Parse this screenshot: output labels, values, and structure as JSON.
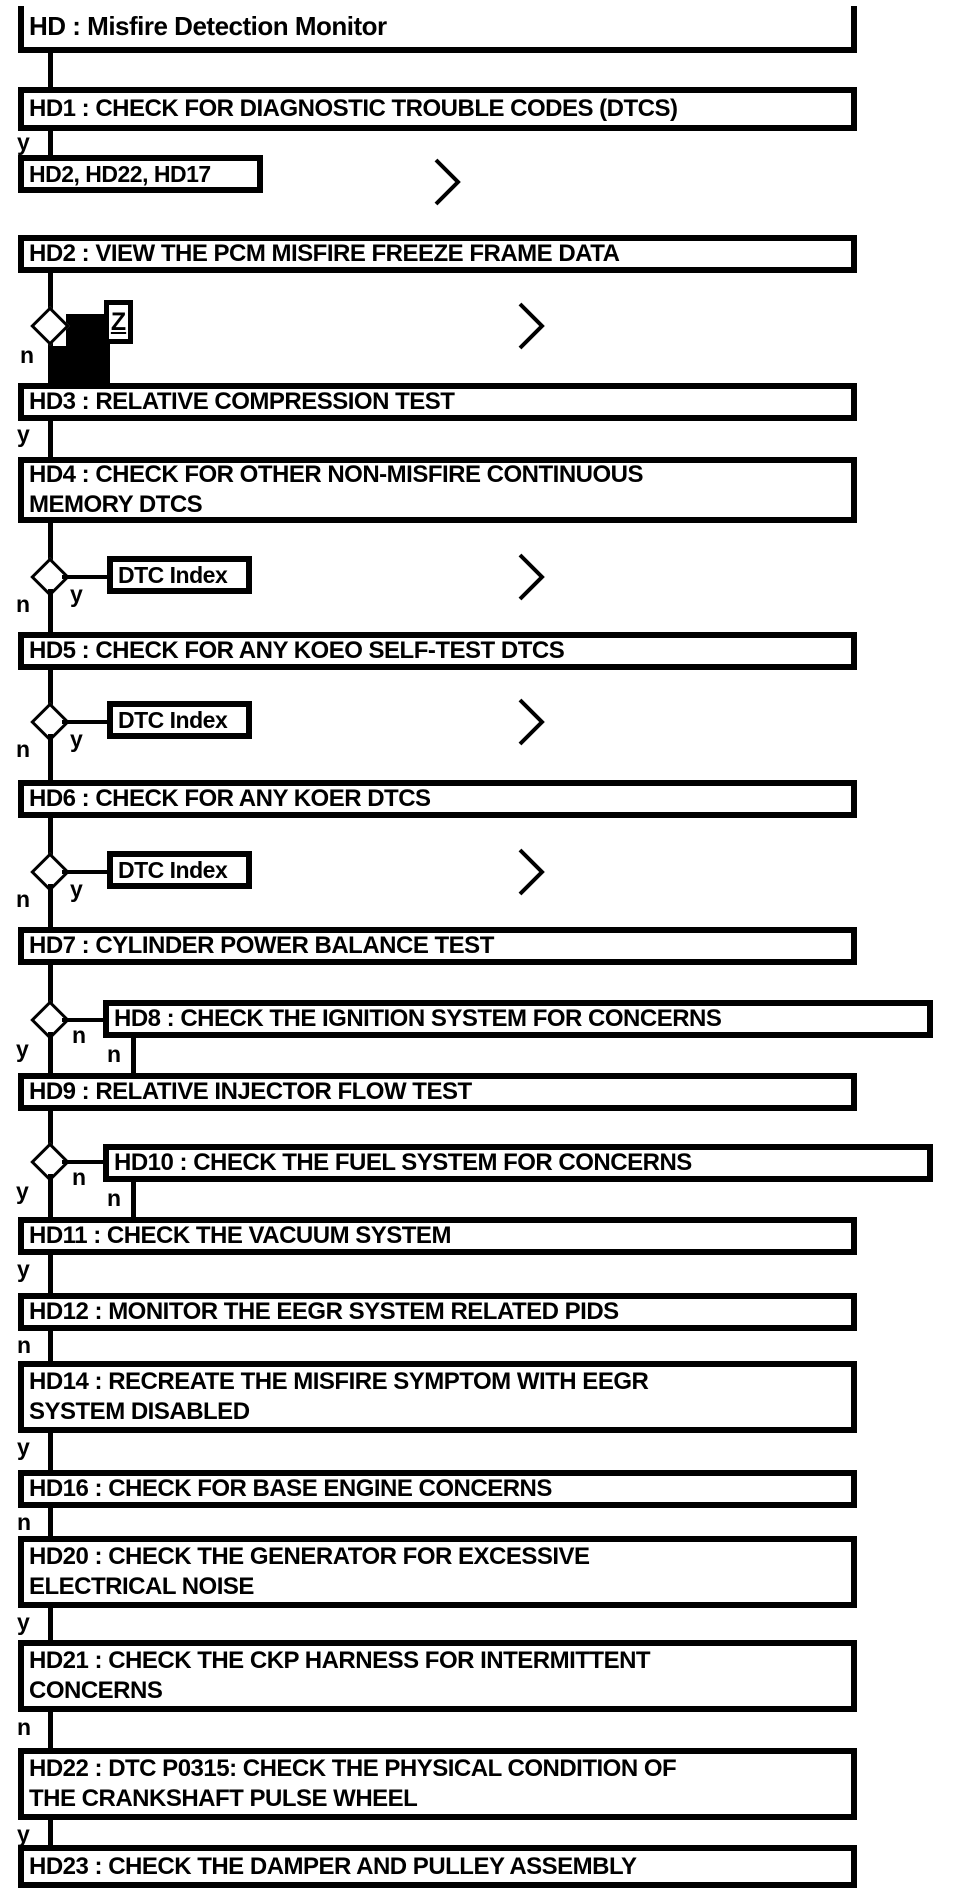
{
  "diagram": {
    "title": "HD : Misfire Detection Monitor",
    "colors": {
      "ink": "#000000",
      "paper": "#ffffff"
    },
    "labels": {
      "yes": "y",
      "no": "n"
    },
    "references": {
      "next_steps": "HD2, HD22, HD17",
      "dtc_index": "DTC Index",
      "z_badge": "Z"
    },
    "nodes": {
      "hd1": "HD1 : CHECK FOR DIAGNOSTIC TROUBLE CODES (DTCS)",
      "hd2": "HD2 : VIEW THE PCM MISFIRE FREEZE FRAME DATA",
      "hd3": "HD3 : RELATIVE COMPRESSION TEST",
      "hd4": "HD4 : CHECK FOR OTHER NON-MISFIRE CONTINUOUS\nMEMORY DTCS",
      "hd5": "HD5 : CHECK FOR ANY KOEO SELF-TEST DTCS",
      "hd6": "HD6 : CHECK FOR ANY KOER DTCS",
      "hd7": "HD7 : CYLINDER POWER BALANCE TEST",
      "hd8": "HD8 : CHECK THE IGNITION SYSTEM FOR CONCERNS",
      "hd9": "HD9 : RELATIVE INJECTOR FLOW TEST",
      "hd10": "HD10 : CHECK THE FUEL SYSTEM FOR CONCERNS",
      "hd11": "HD11 : CHECK THE VACUUM SYSTEM",
      "hd12": "HD12 : MONITOR THE EEGR SYSTEM RELATED PIDS",
      "hd14": "HD14 : RECREATE THE MISFIRE SYMPTOM WITH EEGR\nSYSTEM DISABLED",
      "hd16": "HD16 : CHECK FOR BASE ENGINE CONCERNS",
      "hd20": "HD20 : CHECK THE GENERATOR FOR EXCESSIVE\nELECTRICAL NOISE",
      "hd21": "HD21 : CHECK THE CKP HARNESS FOR INTERMITTENT\nCONCERNS",
      "hd22": "HD22 : DTC P0315: CHECK THE PHYSICAL CONDITION OF\nTHE CRANKSHAFT PULSE WHEEL",
      "hd23": "HD23 : CHECK THE DAMPER AND PULLEY ASSEMBLY"
    }
  }
}
